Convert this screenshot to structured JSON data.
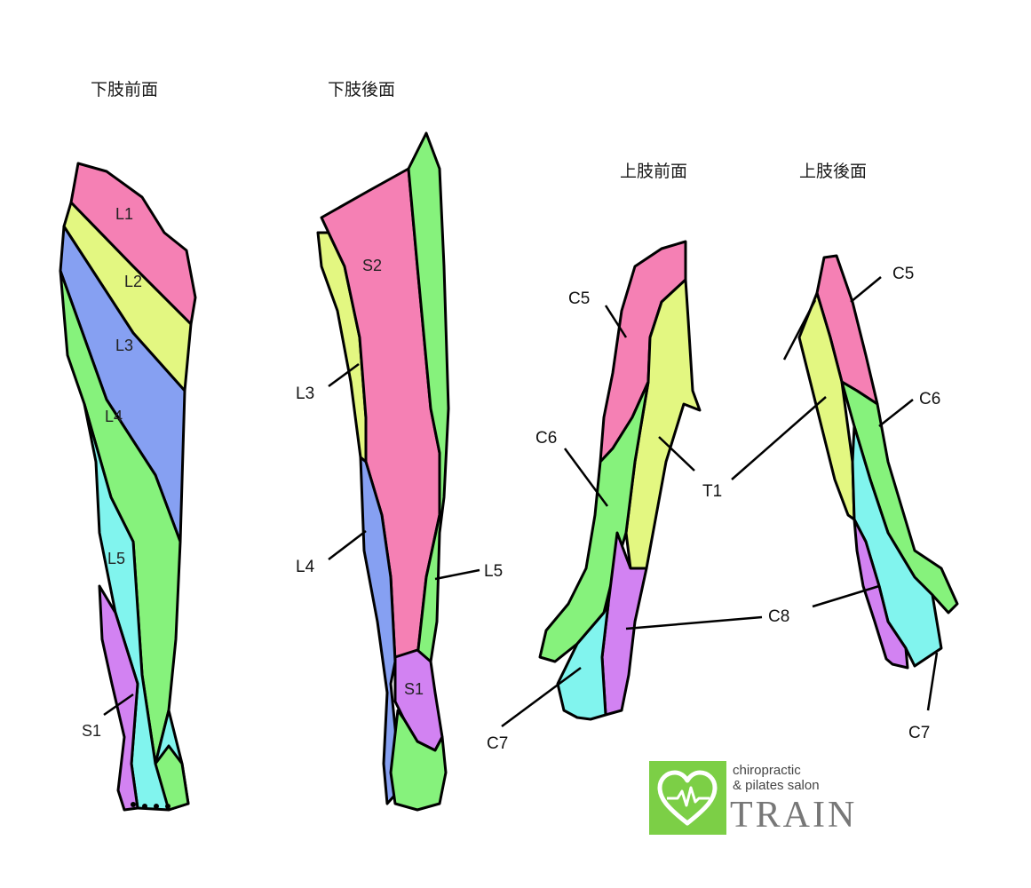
{
  "titles": {
    "lower_front": "下肢前面",
    "lower_back": "下肢後面",
    "upper_front": "上肢前面",
    "upper_back": "上肢後面"
  },
  "labels": {
    "lf": {
      "L1": "L1",
      "L2": "L2",
      "L3": "L3",
      "L4": "L4",
      "L5": "L5",
      "S1": "S1"
    },
    "lb": {
      "S2": "S2",
      "L3": "L3",
      "L4": "L4",
      "L5": "L5",
      "S1": "S1"
    },
    "uf": {
      "C5": "C5",
      "C6": "C6",
      "C7": "C7"
    },
    "shared": {
      "T1": "T1",
      "C8": "C8"
    },
    "ub": {
      "C5": "C5",
      "C6": "C6",
      "C7": "C7"
    }
  },
  "colors": {
    "pink": "#f580b4",
    "yellow": "#e3f781",
    "blue": "#86a0f2",
    "green": "#86f27c",
    "cyan": "#81f4ee",
    "purple": "#d282f2",
    "logo_green": "#7ccf46"
  },
  "logo": {
    "line1": "chiropractic",
    "line2": "& pilates salon",
    "brand": "TRAIN",
    "icon": "heart-pulse-icon"
  }
}
